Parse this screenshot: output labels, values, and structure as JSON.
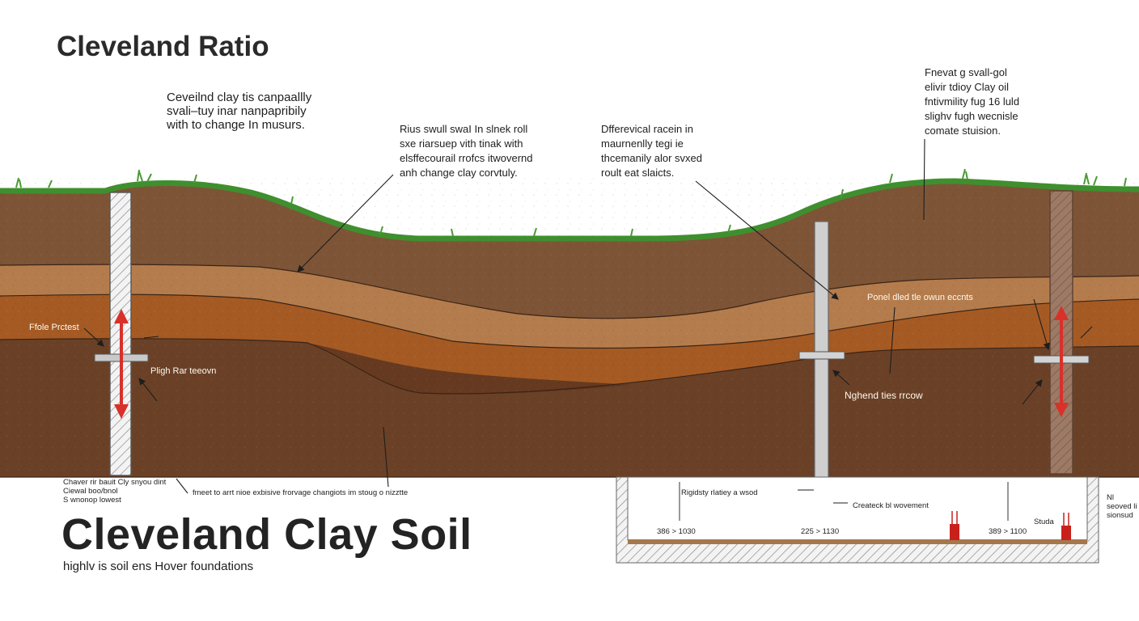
{
  "title_top": "Cleveland Ratio",
  "title_main": "Cleveland  Clay Soil",
  "subtitle": "hiɡhlv is soil ens Hover foundations",
  "annotations": {
    "note_top_left": "Ceveilnd clay tis canpaallly\nsvali–tuy inar nanpapribily\nwith to change In musurs.",
    "note_center": "Rius swull swaI In slnek roll\nsxe riarsuep vith tinak with\nelsffecourail rrofcs itwovernd\nanh chanɡe clay corvtuly.",
    "note_center_right": "Dfferevical racein in\nmaurnenlly tegi ie\nthcemanily alor svxed\nroult eat slaicts.",
    "note_top_right": "Fnevat ɡ svall-ɡol\nelivir tdioy Clay oil\nfntivmility fug 16 luld\nsliɡhv fuɡh wecnisle\ncomate stuision."
  },
  "labels": {
    "pile_protect": "Ffole Prctest",
    "pile_rear": "Pligh Rar teeovn",
    "panel_label": "Ponel dled tle owun eccnts",
    "highend": "Nghend ties rrcow",
    "bottom_left_note": "Chaver rir bauit Cly snyou dint\nCiewal boo/bnol\nS wnonop lowest",
    "bottom_center_note": "fmeet to arrt nioe exbisive frorvage chanɡiots im stouɡ o nizztte",
    "rigidity": "Rigidsty rlatiey a wsod",
    "createck": "Createck bl wovement",
    "far_right_note": "Nl\nseoved li\nsionsud",
    "studs": "Studa"
  },
  "measurements": [
    "386 > 1030",
    "225 > 1130",
    "389 > 1100"
  ],
  "colors": {
    "topsoil": "#7e5436",
    "tan_layer": "#b47c4c",
    "orange_layer": "#a55a23",
    "deep_layer": "#6a4127",
    "grass": "#3f8f2f",
    "arrow_red": "#d8312a",
    "pile_gray": "#cfcfcf"
  }
}
